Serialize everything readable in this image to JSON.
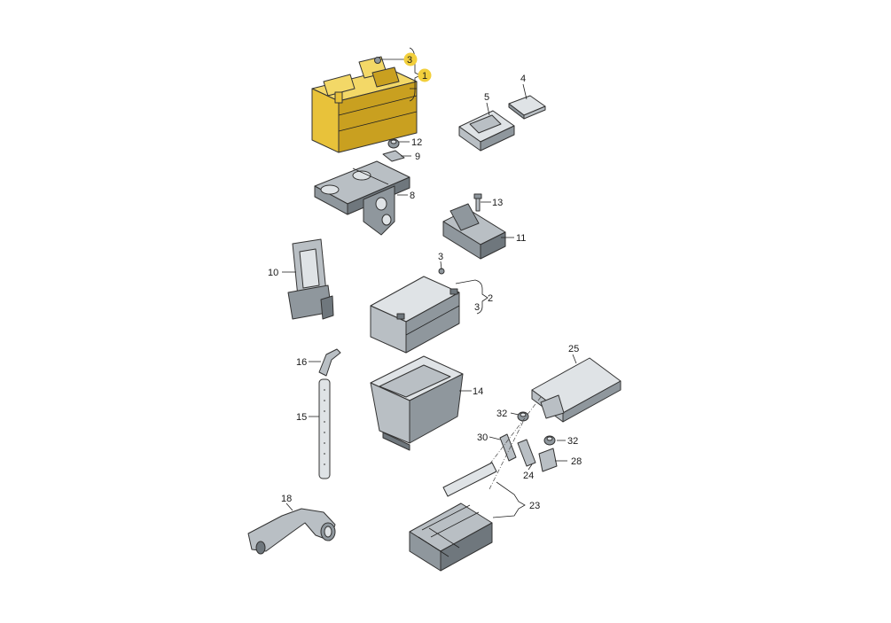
{
  "highlight_color": "#f2cf3c",
  "callouts": {
    "c1": "1",
    "c2": "2",
    "c3a": "3",
    "c3b": "3",
    "c3c": "3",
    "c4": "4",
    "c5": "5",
    "c8": "8",
    "c9": "9",
    "c10": "10",
    "c11": "11",
    "c12": "12",
    "c13": "13",
    "c14": "14",
    "c15": "15",
    "c16": "16",
    "c18": "18",
    "c23": "23",
    "c24": "24",
    "c25": "25",
    "c28": "28",
    "c30": "30",
    "c32a": "32",
    "c32b": "32"
  }
}
